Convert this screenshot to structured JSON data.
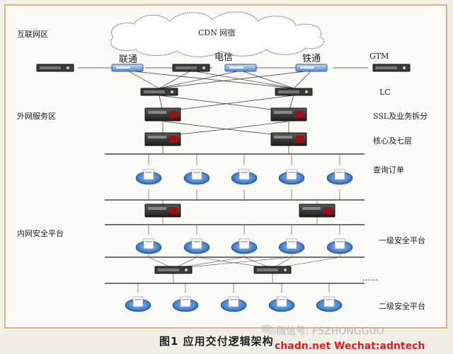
{
  "zones": {
    "internet": "互联网区",
    "external_service": "外网服务区",
    "internal_security": "内网安全平台"
  },
  "cloud_label": "CDN 网宿",
  "carriers": {
    "unicom": "联通",
    "telecom": "电信",
    "mobile": "铁通"
  },
  "right_labels": {
    "gtm": "GTM",
    "lc": "LC",
    "ssl": "SSL及业务拆分",
    "core": "核心及七层",
    "query": "查询订单",
    "level1": "一级安全平台",
    "level2": "二级安全平台"
  },
  "ellipsis": "……",
  "caption": "图1   应用交付逻辑架构",
  "watermark": "微信号: F5ZHONGGUO",
  "site": "chadn.net Wechat:adntech",
  "colors": {
    "frame": "#d9b38a",
    "accent_red": "#e31b1b",
    "device_blue": "#2a5da8"
  }
}
